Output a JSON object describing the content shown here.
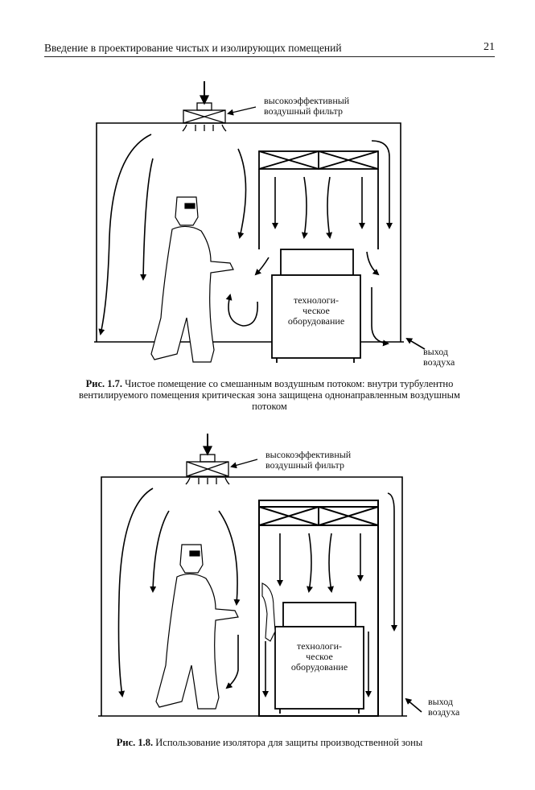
{
  "header": {
    "title": "Введение в проектирование чистых и изолирующих помещений",
    "page_number": "21"
  },
  "figure1": {
    "filter_label_line1": "высокоэффективный",
    "filter_label_line2": "воздушный фильтр",
    "equipment_line1": "технологи-",
    "equipment_line2": "ческое",
    "equipment_line3": "оборудование",
    "exit_line1": "выход",
    "exit_line2": "воздуха",
    "caption_number": "Рис. 1.7.",
    "caption_text": "Чистое помещение со смешанным воздушным потоком: внутри турбулентно вентилируемого помещения критическая зона защищена однонаправленным воздушным потоком"
  },
  "figure2": {
    "filter_label_line1": "высокоэффективный",
    "filter_label_line2": "воздушный фильтр",
    "equipment_line1": "технологи-",
    "equipment_line2": "ческое",
    "equipment_line3": "оборудование",
    "exit_line1": "выход",
    "exit_line2": "воздуха",
    "caption_number": "Рис. 1.8.",
    "caption_text": "Использование изолятора для защиты производственной зоны"
  }
}
